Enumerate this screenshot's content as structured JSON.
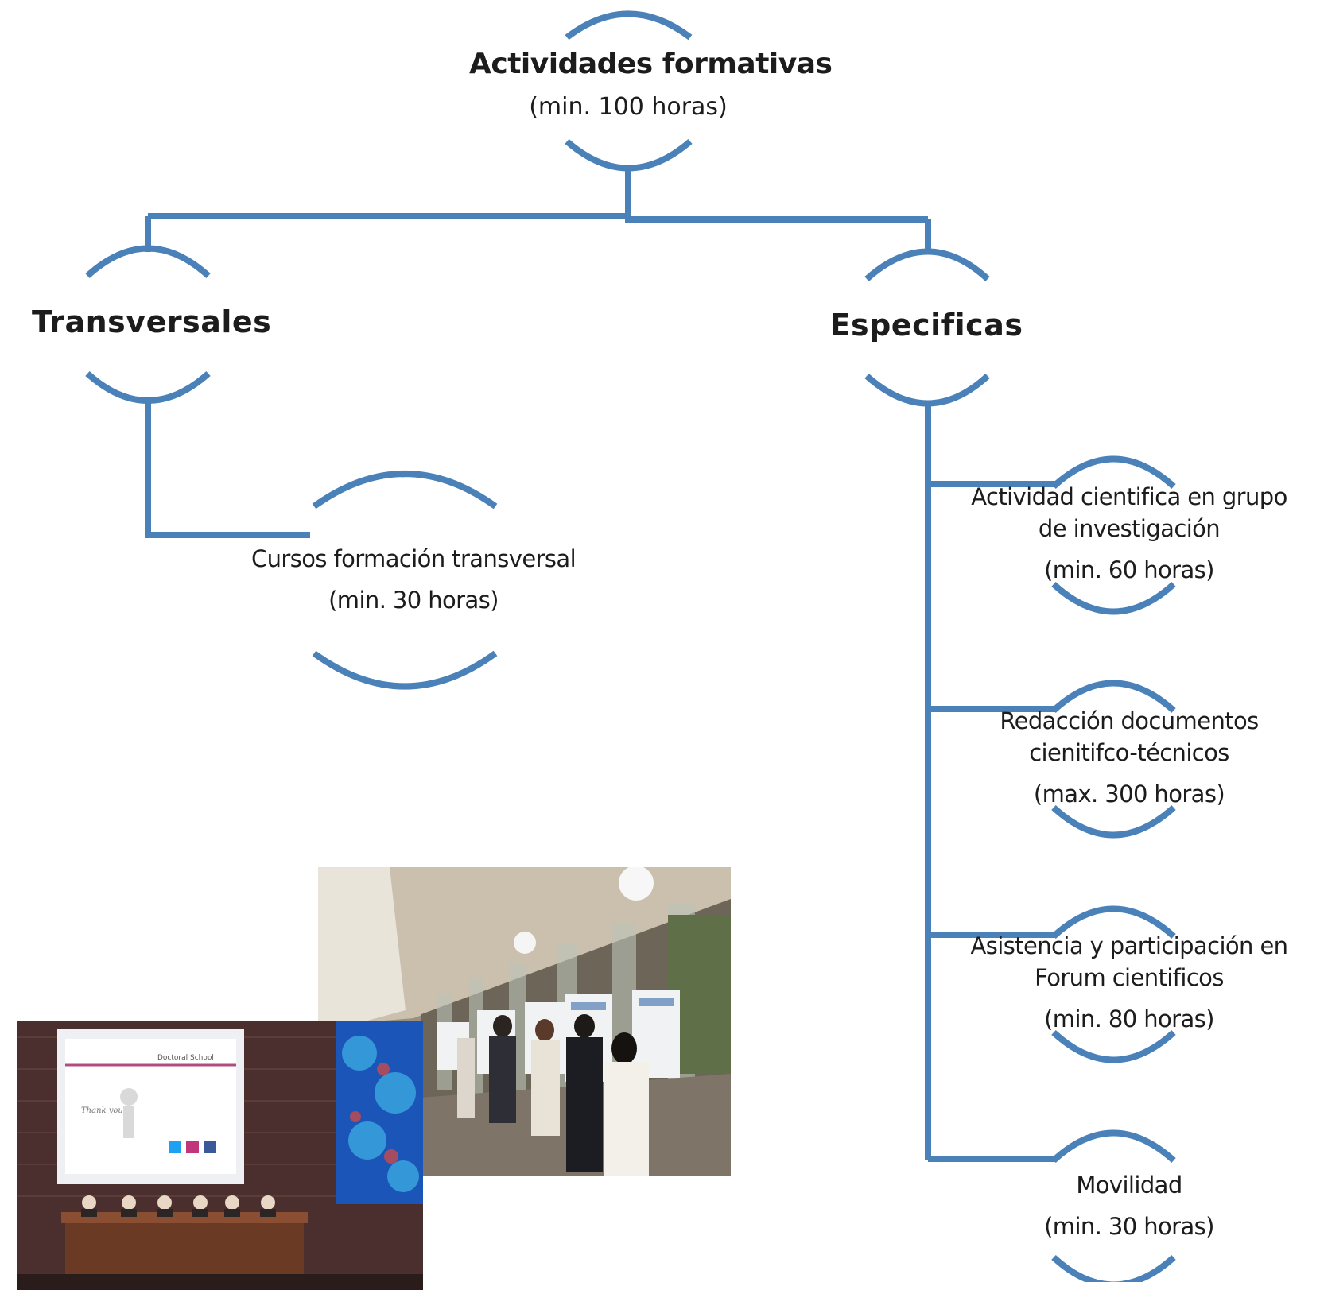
{
  "colors": {
    "connector": "#4a81b8",
    "text": "#1c1c1c"
  },
  "root": {
    "title": "Actividades formativas",
    "subtitle": "(min. 100 horas)"
  },
  "branches": {
    "transversal": {
      "title": "Transversales",
      "children": [
        {
          "lines": [
            "Cursos formación transversal",
            "(min. 30 horas)"
          ]
        }
      ]
    },
    "specific": {
      "title": "Especificas",
      "children": [
        {
          "lines": [
            "Actividad cientifica en grupo",
            "de investigación",
            "(min. 60 horas)"
          ]
        },
        {
          "lines": [
            "Redacción documentos",
            "cienitifco-técnicos",
            "(max. 300 horas)"
          ]
        },
        {
          "lines": [
            "Asistencia y participación en",
            "Forum cientificos",
            "(min. 80 horas)"
          ]
        },
        {
          "lines": [
            "Movilidad",
            "(min. 30 horas)"
          ]
        }
      ]
    }
  },
  "photos": {
    "poster_session": {
      "description_icon": "photo-icon"
    },
    "auditorium": {
      "screen_title": "Doctoral School",
      "screen_caption": "Thank you"
    }
  }
}
